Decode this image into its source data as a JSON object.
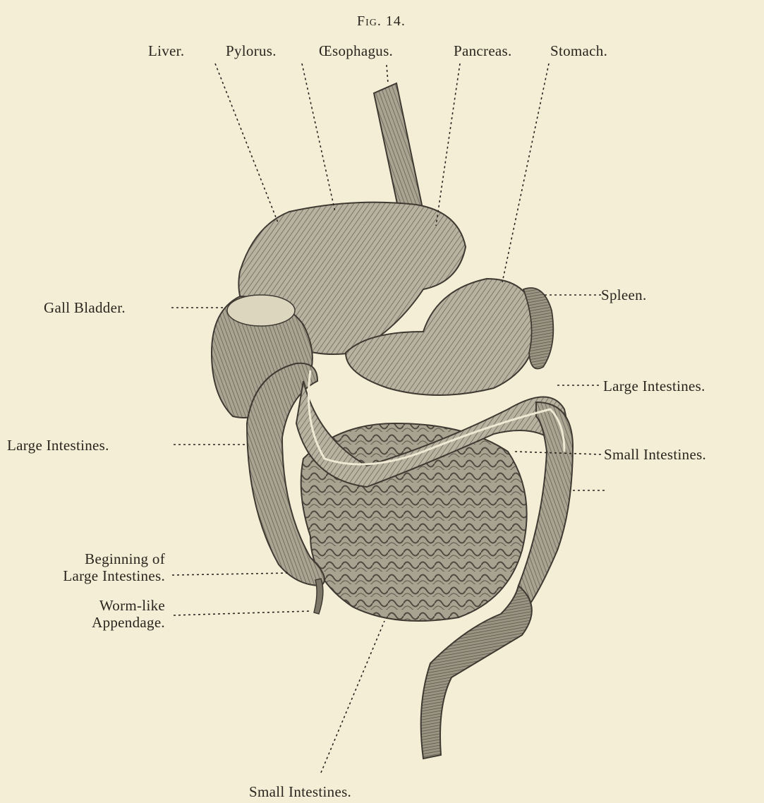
{
  "figure": {
    "caption": "Fig. 14."
  },
  "labels": {
    "liver": "Liver.",
    "pylorus": "Pylorus.",
    "oesophagus": "Œsophagus.",
    "pancreas": "Pancreas.",
    "stomach": "Stomach.",
    "gall_bladder": "Gall Bladder.",
    "spleen": "Spleen.",
    "large_intestines_right": "Large Intestines.",
    "large_intestines_left": "Large Intestines.",
    "small_intestines_right": "Small Intestines.",
    "beginning_line1": "Beginning of",
    "beginning_line2": "Large Intestines.",
    "appendage_line1": "Worm-like",
    "appendage_line2": "Appendage.",
    "small_intestines_bottom": "Small Intestines."
  },
  "colors": {
    "paper": "#f4eed6",
    "ink": "#2a241e",
    "organ_light": "#b9b3a0",
    "organ_mid": "#8f897a",
    "organ_dark": "#5a554b"
  }
}
